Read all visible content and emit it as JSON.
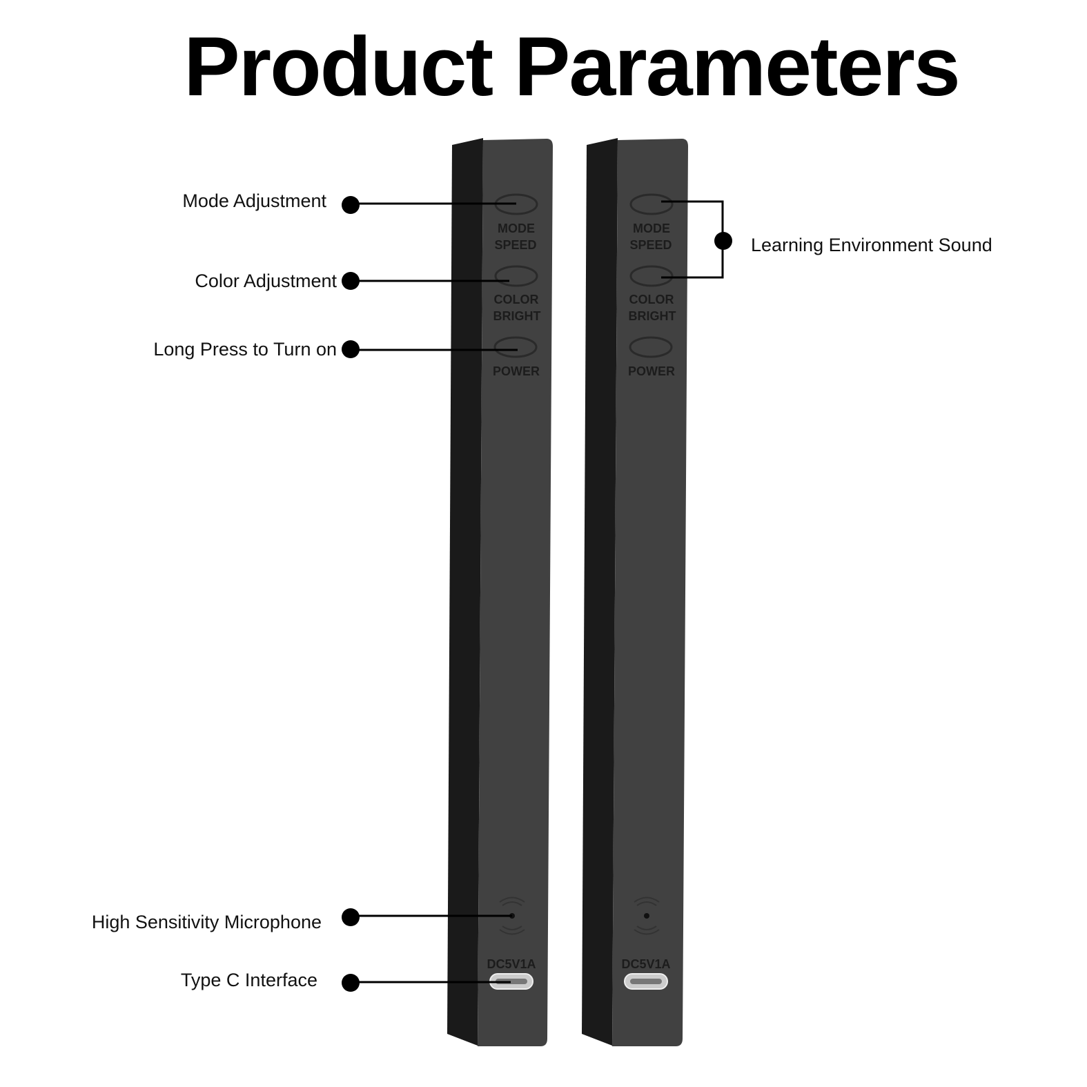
{
  "title": "Product Parameters",
  "callouts": {
    "mode": "Mode Adjustment",
    "color": "Color Adjustment",
    "power": "Long Press to Turn on",
    "mic": "High Sensitivity Microphone",
    "typec": "Type C Interface",
    "learning": "Learning Environment Sound"
  },
  "device_labels": {
    "mode": "MODE",
    "speed": "SPEED",
    "color": "COLOR",
    "bright": "BRIGHT",
    "power": "POWER",
    "rating": "DC5V1A"
  },
  "colors": {
    "body_front": "#404040",
    "body_side": "#1a1a1a",
    "accent": "#000000"
  }
}
